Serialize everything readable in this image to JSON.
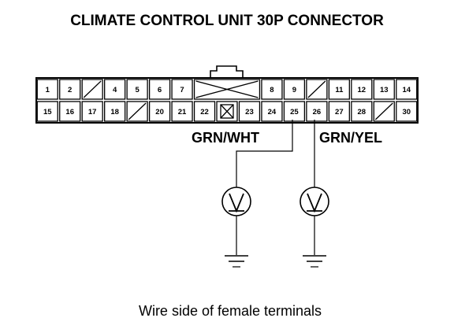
{
  "title": "CLIMATE CONTROL UNIT 30P CONNECTOR",
  "connector": {
    "top_row": [
      "1",
      "2",
      "",
      "4",
      "5",
      "6",
      "7",
      "",
      "",
      "",
      "8",
      "9",
      "",
      "11",
      "12",
      "13",
      "14"
    ],
    "bottom_row": [
      "15",
      "16",
      "17",
      "18",
      "",
      "20",
      "21",
      "22",
      "",
      "23",
      "24",
      "25",
      "26",
      "27",
      "28",
      "",
      "30"
    ]
  },
  "wires": {
    "left_label": "GRN/WHT",
    "right_label": "GRN/YEL"
  },
  "caption": "Wire side of female terminals"
}
